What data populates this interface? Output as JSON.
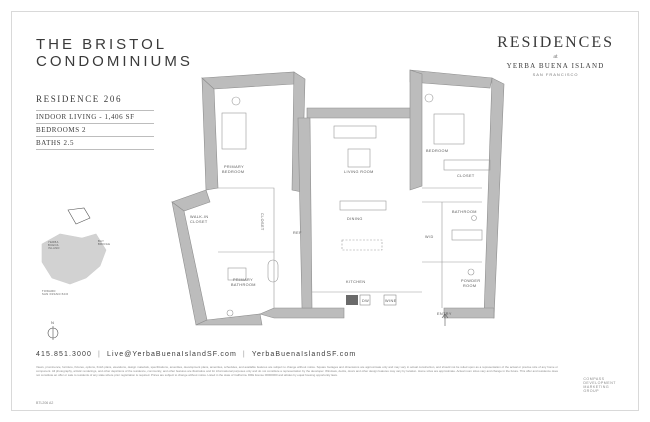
{
  "header": {
    "title_line1": "THE BRISTOL",
    "title_line2": "CONDOMINIUMS"
  },
  "brand": {
    "main": "RESIDENCES",
    "at": "at",
    "sub": "YERBA BUENA ISLAND",
    "city": "SAN FRANCISCO"
  },
  "residence": {
    "title": "RESIDENCE 206",
    "indoor_living": "INDOOR LIVING - 1,406 SF",
    "bedrooms": "BEDROOMS 2",
    "baths": "BATHS 2.5"
  },
  "rooms": {
    "primary_bedroom_1": "PRIMARY",
    "primary_bedroom_2": "BEDROOM",
    "living_room": "LIVING ROOM",
    "bedroom": "BEDROOM",
    "closet": "CLOSET",
    "dining": "DINING",
    "walkin_1": "WALK-IN",
    "walkin_2": "CLOSET",
    "closet_vertical": "CLOSET",
    "ref": "REF",
    "bathroom": "BATHROOM",
    "wd": "W/D",
    "primary_bath_1": "PRIMARY",
    "primary_bath_2": "BATHROOM",
    "kitchen": "KITCHEN",
    "dw": "DW",
    "wine": "WINE",
    "powder_1": "POWDER",
    "powder_2": "ROOM",
    "entry": "ENTRY"
  },
  "map": {
    "label_1": "YERBA",
    "label_2": "BUENA",
    "label_3": "ISLAND",
    "bay_bridge_1": "BAY",
    "bay_bridge_2": "BRIDGE",
    "to_sf_1": "TOWARD",
    "to_sf_2": "SAN FRANCISCO"
  },
  "compass_label": "N",
  "contact": {
    "phone": "415.851.3000",
    "email": "Live@YerbaBuenaIslandSF.com",
    "website": "YerbaBuenaIslandSF.com"
  },
  "fine_print": "Views, prominence, furniture, fixtures, options, finish plans, elevations, design materials, specifications, amenities, development plans, amenities, schedules, and available features are subject to change without notice. Square footages and dimensions are approximate only and may vary in actual construction, and should not be relied upon as a representation of the actual or precise size of any home or component. All photography, artistic renderings, and other depictions of the residence, community, and other features are illustrative and for informational purposes only and do not constitute a representation by the developer. Windows, decks, doors and other design features may vary by location. Home sizes are approximate. Actual room sizes vary and change in the future. This offer and residence does not constitute an offer or sale to residents of any state where prior registration is required. Prices are subject to change without notice. Listed in the state of California. DRE license 00000000 and abides by equal housing opportunity laws.",
  "compass_group": {
    "l1": "COMPASS",
    "l2": "DEVELOPMENT",
    "l3": "MARKETING",
    "l4": "GROUP"
  },
  "page_code": "BTL206 A2"
}
